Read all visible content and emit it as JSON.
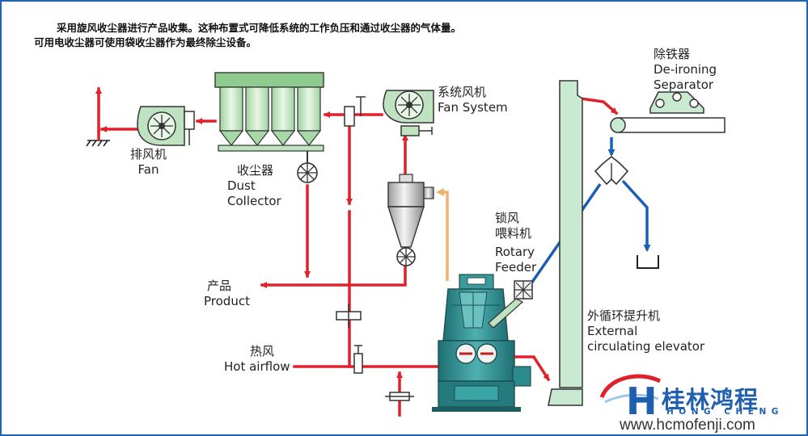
{
  "intro": {
    "line1": "采用旋风收尘器进行产品收集。这种布置式可降低系统的工作负压和通过收尘器的气体量。",
    "line2": "可用电收尘器可使用袋收尘器作为最终除尘设备。"
  },
  "labels": {
    "fan": {
      "cn": "排风机",
      "en": "Fan"
    },
    "dust_collector": {
      "cn": "收尘器",
      "en1": "Dust",
      "en2": "Collector"
    },
    "fan_system": {
      "cn": "系统风机",
      "en": "Fan System"
    },
    "de_ironing": {
      "cn": "除铁器",
      "en1": "De-ironing",
      "en2": "Separator"
    },
    "rotary_feeder": {
      "cn1": "锁风",
      "cn2": "喂料机",
      "en1": "Rotary",
      "en2": "Feeder"
    },
    "product": {
      "cn": "产品",
      "en": "Product"
    },
    "hot_airflow": {
      "cn": "热风",
      "en": "Hot airflow"
    },
    "elevator": {
      "cn": "外循环提升机",
      "en1": "External",
      "en2": "circulating elevator"
    }
  },
  "logo": {
    "letter": "H",
    "cn": "桂林鸿程",
    "en": "HONG CHENG",
    "website": "www.hcmofenji.com"
  },
  "colors": {
    "air_line": "#e0202a",
    "material_line": "#1a5fb4",
    "return_line": "#f0b070",
    "equipment_green": "#b8e0b8",
    "mill_teal": "#2a8a8c",
    "brand_blue": "#1f5fb0"
  }
}
